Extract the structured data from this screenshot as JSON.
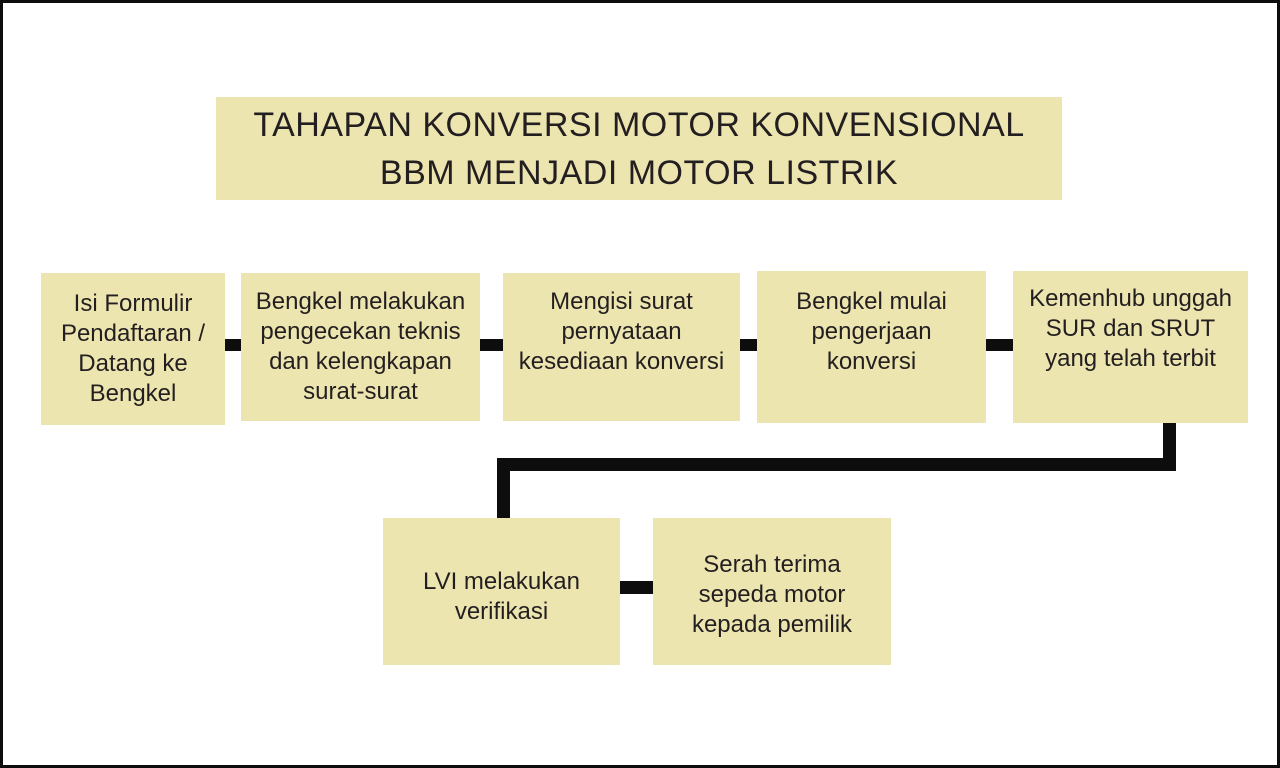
{
  "title": "TAHAPAN KONVERSI MOTOR KONVENSIONAL BBM MENJADI MOTOR LISTRIK",
  "steps": [
    {
      "label": "Isi Formulir Pendaftaran / Datang ke Bengkel"
    },
    {
      "label": "Bengkel melakukan pengecekan teknis dan kelengkapan surat-surat"
    },
    {
      "label": "Mengisi surat pernyataan kesediaan konversi"
    },
    {
      "label": "Bengkel mulai pengerjaan konversi"
    },
    {
      "label": "Kemenhub unggah SUR dan SRUT yang telah terbit"
    },
    {
      "label": "LVI melakukan verifikasi"
    },
    {
      "label": "Serah terima sepeda motor kepada pemilik"
    }
  ],
  "colors": {
    "box_fill": "#EDE5B0",
    "text": "#231F20",
    "connector": "#0D0D0D",
    "frame": "#000000",
    "background": "#FFFFFF"
  }
}
